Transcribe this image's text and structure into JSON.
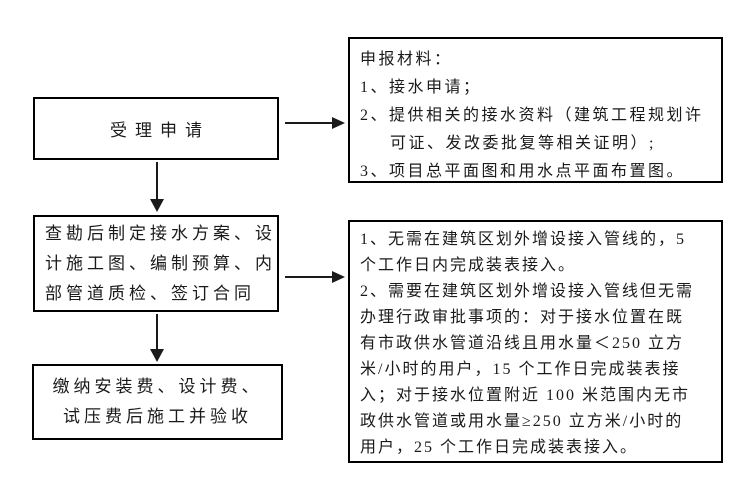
{
  "colors": {
    "background": "#ffffff",
    "box_border": "#000000",
    "text": "#1a1a1a",
    "arrow": "#1a1a1a"
  },
  "flowchart": {
    "steps": {
      "accept": {
        "text": "受理申请"
      },
      "plan": {
        "lines": [
          "查勘后制定接水方案、设",
          "计施工图、编制预算、内",
          "部管道质检、签订合同"
        ]
      },
      "pay": {
        "lines": [
          "缴纳安装费、设计费、",
          "试压费后施工并验收"
        ]
      },
      "materials": {
        "lines": [
          "申报材料：",
          "1、接水申请；",
          "2、提供相关的接水资料（建筑工程规划许",
          "可证、发改委批复等相关证明）;",
          "3、项目总平面图和用水点平面布置图。"
        ]
      },
      "timeline": {
        "lines": [
          "1、无需在建筑区划外增设接入管线的，5",
          "个工作日内完成装表接入。",
          "2、需要在建筑区划外增设接入管线但无需",
          "办理行政审批事项的：对于接水位置在既",
          "有市政供水管道沿线且用水量＜250 立方",
          "米/小时的用户，15 个工作日完成装表接",
          "入；对于接水位置附近 100 米范围内无市",
          "政供水管道或用水量≥250 立方米/小时的",
          "用户，25 个工作日完成装表接入。"
        ]
      }
    }
  }
}
